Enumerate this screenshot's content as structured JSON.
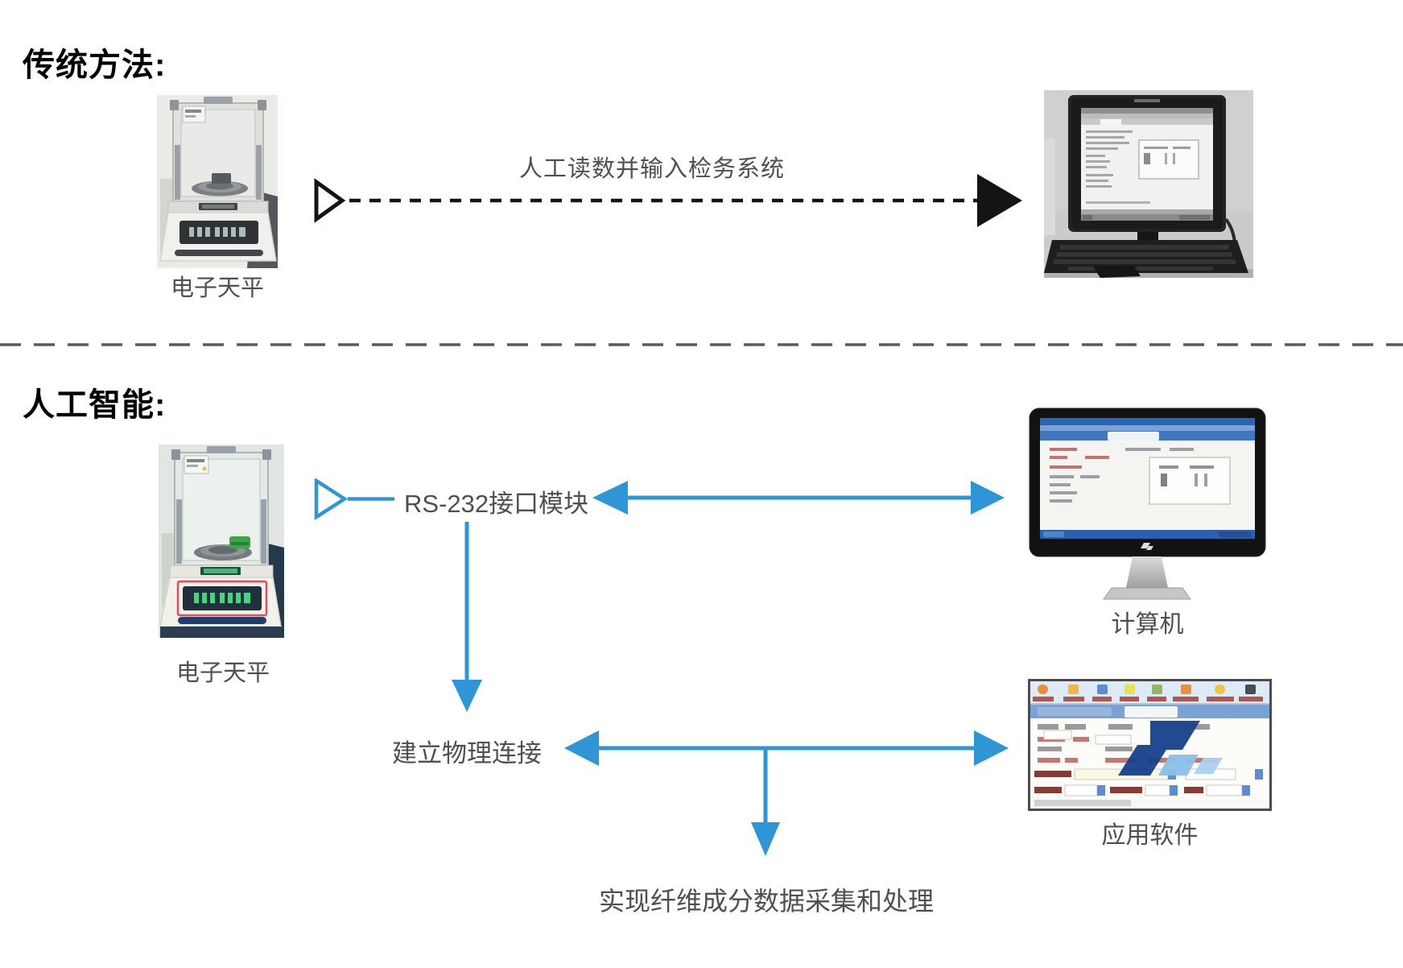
{
  "diagram": {
    "traditional": {
      "title": "传统方法:",
      "balance_caption": "电子天平",
      "arrow_caption": "人工读数并输入检务系统"
    },
    "ai": {
      "title": "人工智能:",
      "balance_caption": "电子天平",
      "rs232_module": "RS-232接口模块",
      "computer_caption": "计算机",
      "physical_connection": "建立物理连接",
      "software_caption": "应用软件",
      "outcome": "实现纤维成分数据采集和处理"
    },
    "colors": {
      "arrow_blue": "#2e96d6",
      "arrow_black": "#141414",
      "label_gray": "#4f4f4f",
      "divider_gray": "#5a5a5a"
    },
    "images": {
      "traditional_balance": "electronic-balance-photo",
      "traditional_computer": "desktop-computer-keyboard-photo",
      "ai_balance": "electronic-balance-photo-detected",
      "ai_computer": "flat-monitor-photo",
      "ai_software": "application-window-screenshot"
    }
  }
}
